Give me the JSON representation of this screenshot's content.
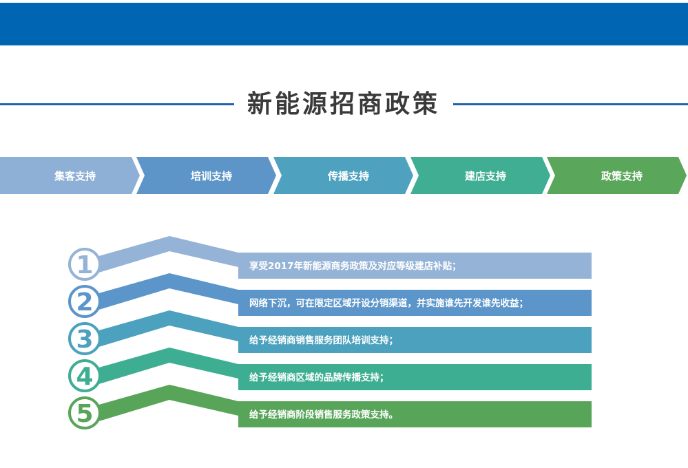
{
  "title": "新能源招商政策",
  "steps": [
    {
      "label": "集客支持",
      "color": "#8fb0d6"
    },
    {
      "label": "培训支持",
      "color": "#5d95c8"
    },
    {
      "label": "传播支持",
      "color": "#4ea2c0"
    },
    {
      "label": "建店支持",
      "color": "#3fae93"
    },
    {
      "label": "政策支持",
      "color": "#5aa65a"
    }
  ],
  "policies": [
    {
      "number": "1",
      "text": "享受2017年新能源商务政策及对应等级建店补贴；",
      "color": "#95b3d7"
    },
    {
      "number": "2",
      "text": "网络下沉，可在限定区域开设分销渠道，并实施谁先开发谁先收益；",
      "color": "#5b95c9"
    },
    {
      "number": "3",
      "text": "给予经销商销售服务团队培训支持；",
      "color": "#4ba1be"
    },
    {
      "number": "4",
      "text": "给予经销商区域的品牌传播支持；",
      "color": "#3eae92"
    },
    {
      "number": "5",
      "text": "给予经销商阶段销售服务政策支持。",
      "color": "#58a55a"
    }
  ]
}
